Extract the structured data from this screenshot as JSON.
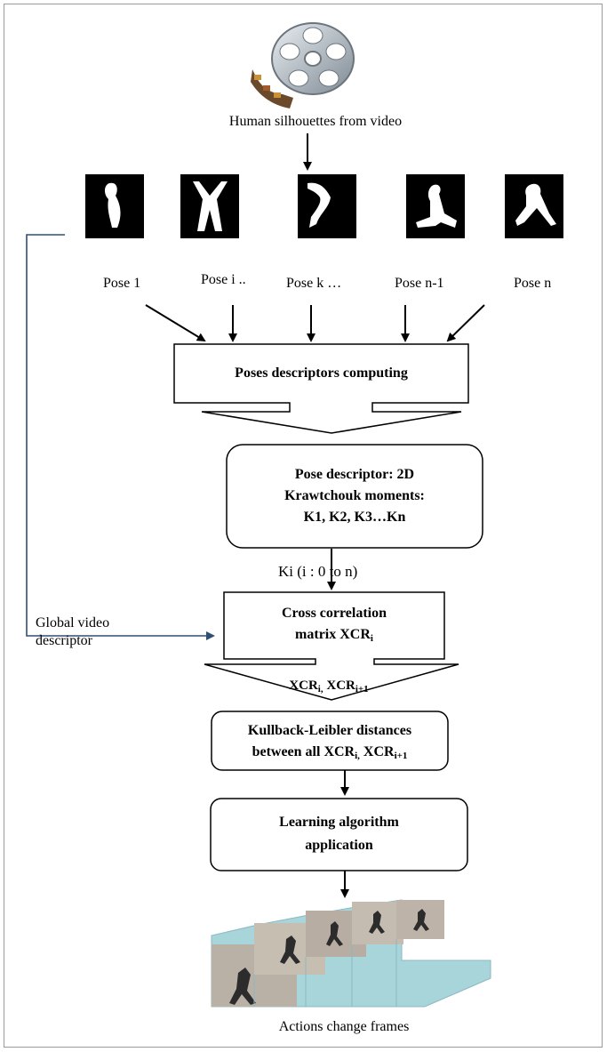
{
  "icons": {
    "top": "film-reel-icon",
    "bottom": "action-frames-image"
  },
  "top_caption": "Human silhouettes from video",
  "poses": [
    "Pose 1",
    "Pose  i ..",
    "Pose  k …",
    "Pose  n-1",
    "Pose  n"
  ],
  "box_poses_descriptors": "Poses descriptors computing",
  "box_pose_descriptor": [
    "Pose descriptor: 2D",
    "Krawtchouk moments:",
    "K1, K2, K3…Kn"
  ],
  "ki_label": "Ki  (i : 0 to n)",
  "global_label": [
    "Global video",
    "descriptor"
  ],
  "box_cross": {
    "line1": "Cross correlation",
    "line2": "matrix XCR",
    "sub": "i"
  },
  "xcr_pair": {
    "a": "XCR",
    "a_sub": "i,",
    "b": " XCR",
    "b_sub": "i+1"
  },
  "box_kl": {
    "line1": "Kullback-Leibler distances",
    "line2": "between all XCR",
    "sub1": "i,",
    "mid": " XCR",
    "sub2": "i+1"
  },
  "box_learning": [
    "Learning algorithm",
    "application"
  ],
  "bottom_caption": "Actions change frames",
  "colors": {
    "connector": "#2f4f73",
    "silhouette_bg": "#000000"
  }
}
